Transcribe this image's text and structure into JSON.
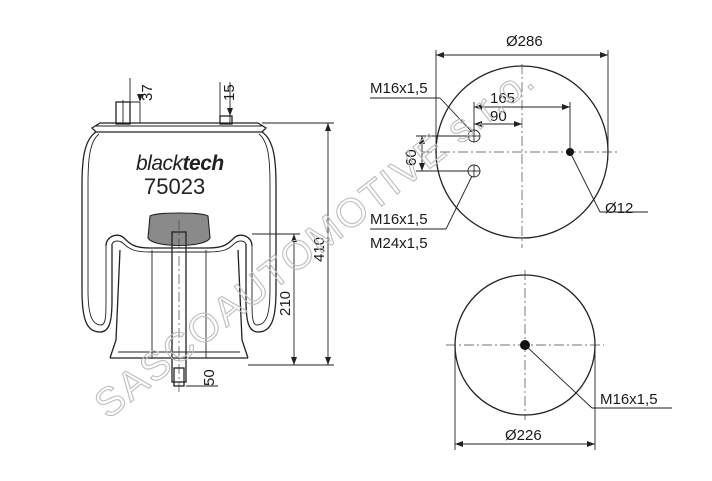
{
  "title": "",
  "product": {
    "brand_light": "black",
    "brand_bold": "tech",
    "model_number": "75023"
  },
  "side_view_dimensions": {
    "stud_height": "37",
    "air_inlet_height": "15",
    "overall_height": "410",
    "piston_height": "210",
    "bottom_stud": "50"
  },
  "top_view_labels": {
    "outer_diameter": "Ø286",
    "pcd_outer": "165",
    "pcd_inner": "90",
    "stud_spacing": "60",
    "thread_top": "M16x1,5",
    "thread_lower_1": "M16x1,5",
    "thread_lower_2": "M24x1,5",
    "air_inlet": "Ø12"
  },
  "bottom_view_labels": {
    "piston_diameter": "Ø226",
    "thread": "M16x1,5"
  },
  "watermark": "SASCOAUTOMOTIVE s.r.o.",
  "colors": {
    "line": "#222222",
    "watermark": "#bdbdbd",
    "pad_fill": "#8a8a8a"
  }
}
